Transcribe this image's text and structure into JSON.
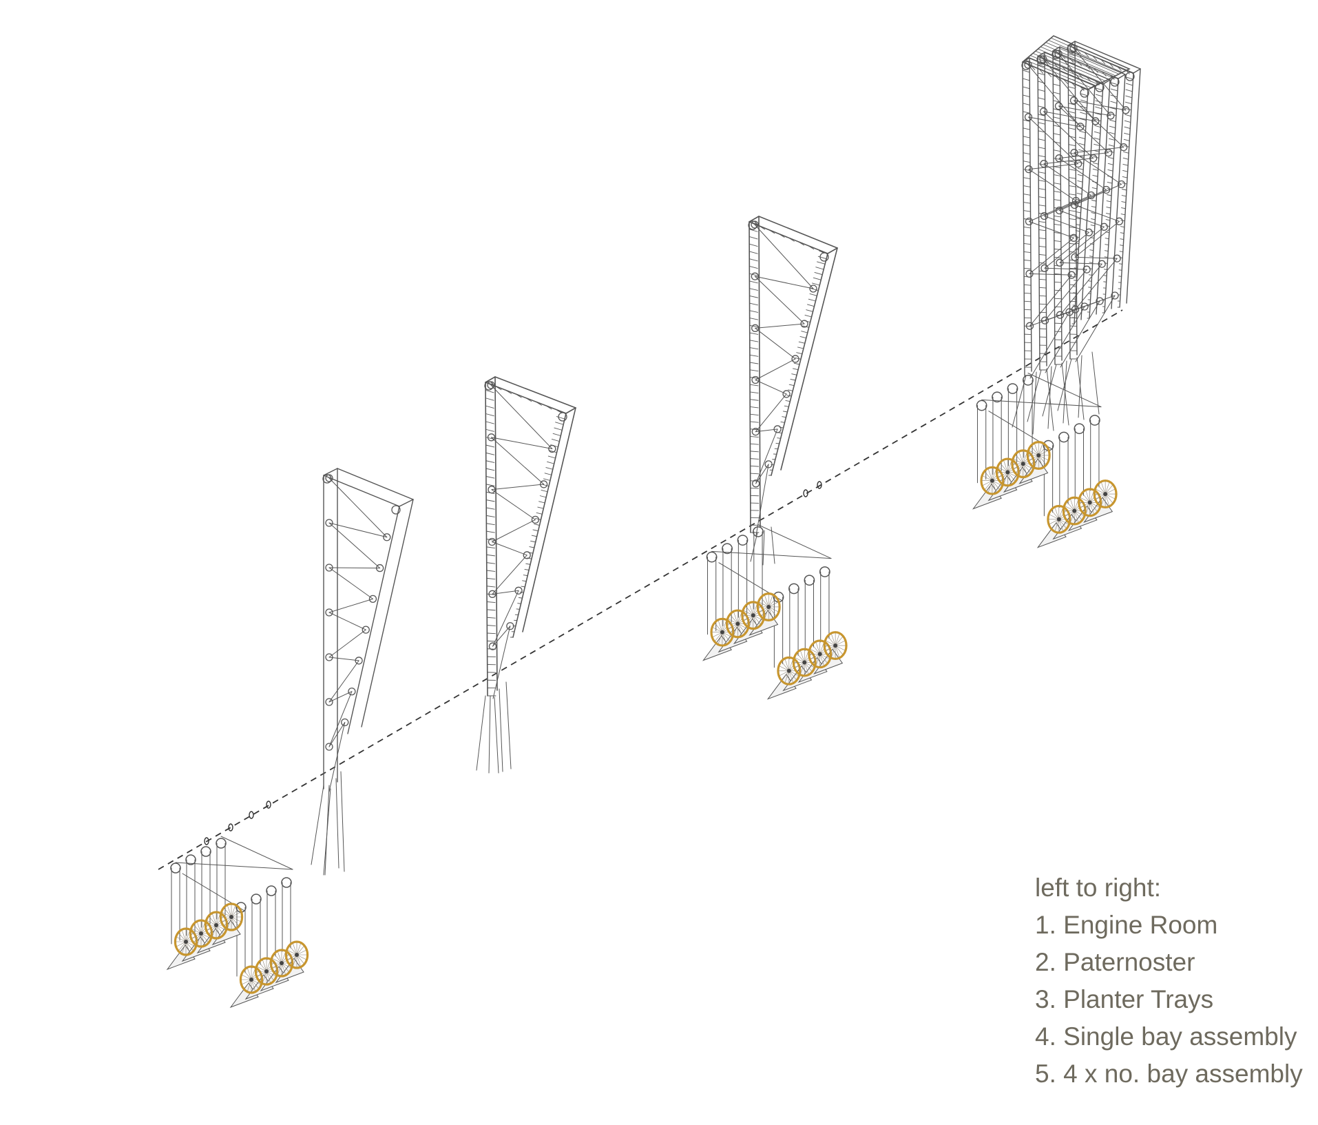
{
  "legend": {
    "heading": "left to right:",
    "items": [
      "1. Engine Room",
      "2. Paternoster",
      "3. Planter Trays",
      "4. Single bay assembly",
      "5. 4 x no. bay assembly"
    ]
  },
  "colors": {
    "line": "#555555",
    "axis": "#333333",
    "wheel": "#c8962e",
    "text": "#6e6a5e"
  }
}
